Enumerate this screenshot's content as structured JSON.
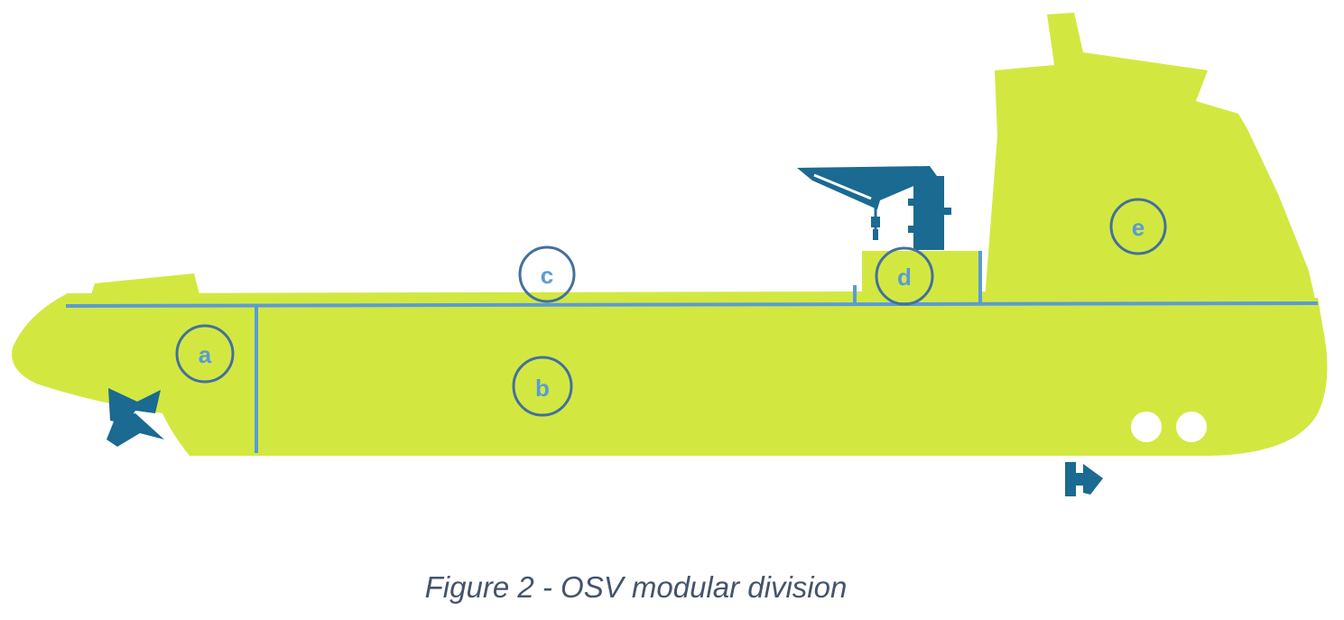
{
  "figure": {
    "caption": "Figure 2 - OSV modular division",
    "colors": {
      "hull": "#d2e841",
      "division_lines": "#5b9bd5",
      "equipment": "#1a6a91",
      "portholes": "#ffffff",
      "caption": "#44546a"
    },
    "modules": [
      {
        "id": "a",
        "label": "a"
      },
      {
        "id": "b",
        "label": "b"
      },
      {
        "id": "c",
        "label": "c"
      },
      {
        "id": "d",
        "label": "d"
      },
      {
        "id": "e",
        "label": "e"
      }
    ],
    "icons": [
      "propeller-icon",
      "crane-icon",
      "thruster-icon",
      "porthole-icon"
    ]
  }
}
